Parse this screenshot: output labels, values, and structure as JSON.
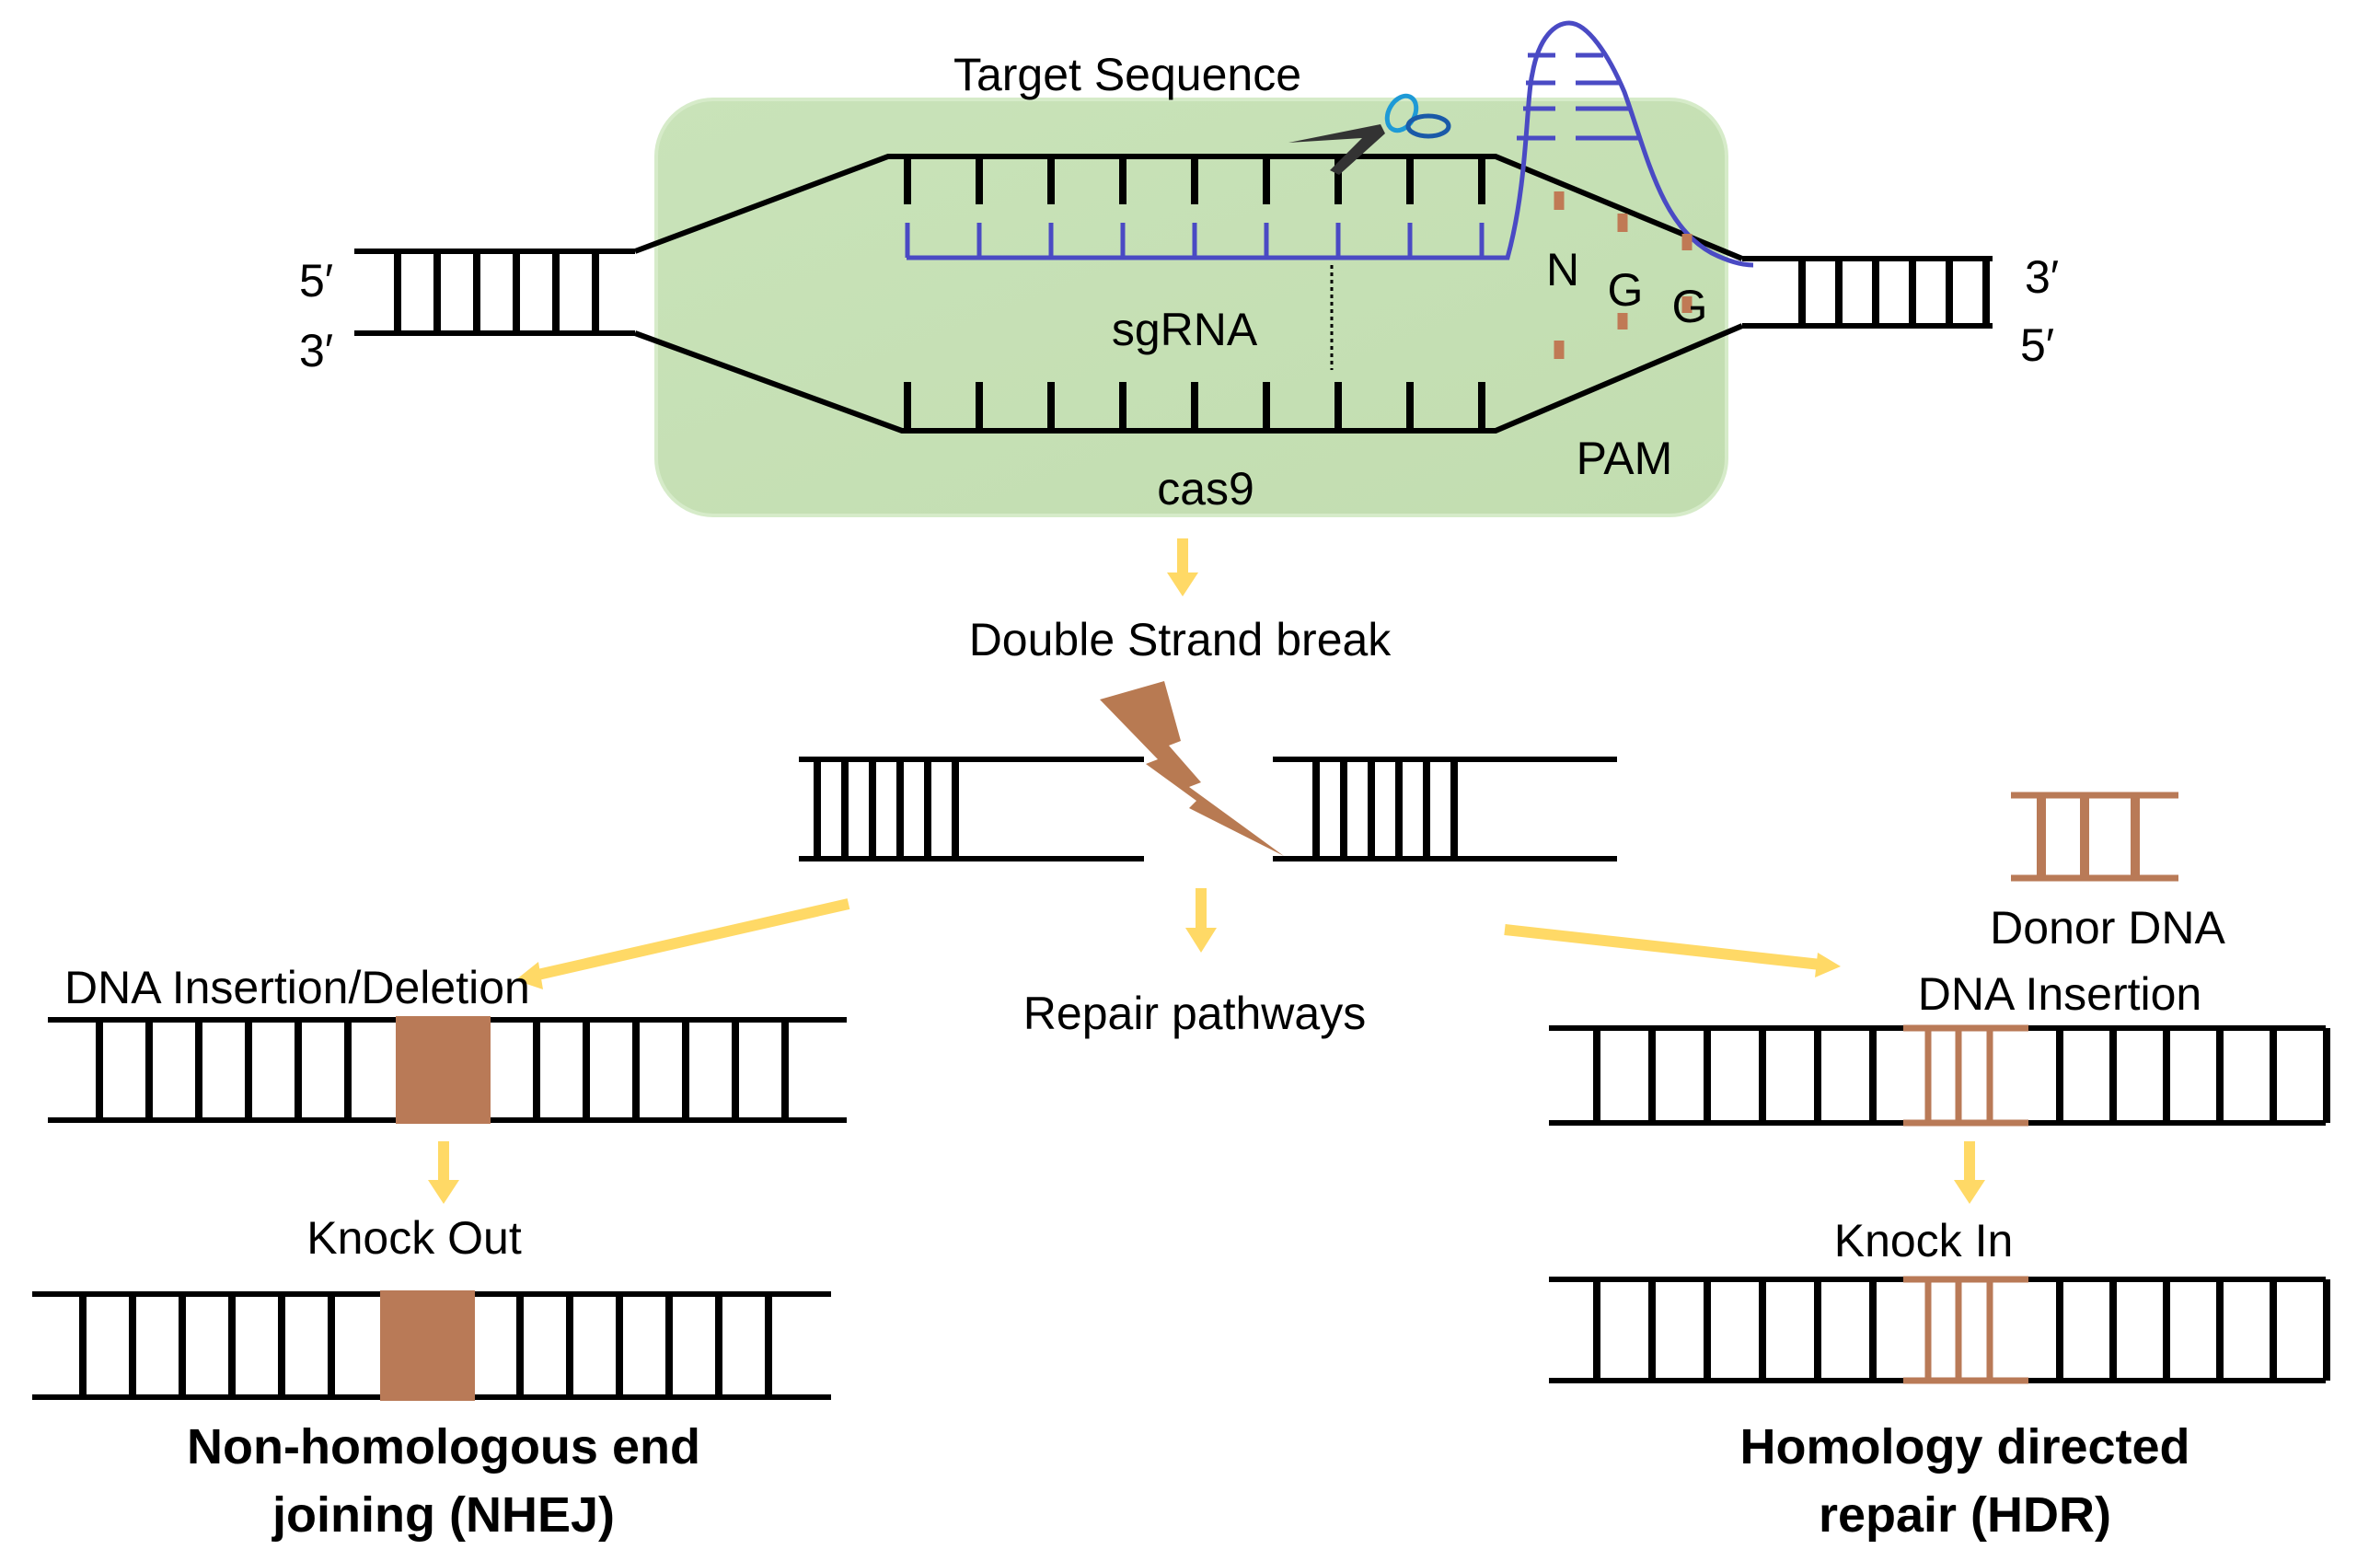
{
  "figure": {
    "title_target": "Target Sequence",
    "end_labels": {
      "left_top": "5′",
      "left_bottom": "3′",
      "right_top": "3′",
      "right_bottom": "5′"
    },
    "complex": {
      "sgrna_label": "sgRNA",
      "cas9_label": "cas9",
      "pam_label": "PAM",
      "pam_bases": [
        "N",
        "G",
        "G"
      ]
    },
    "break_label": "Double Strand break",
    "repair_label": "Repair pathways",
    "nhej": {
      "indel_label": "DNA Insertion/Deletion",
      "result_label": "Knock Out",
      "pathway_title_line1": "Non-homologous end",
      "pathway_title_line2": "joining (NHEJ)"
    },
    "hdr": {
      "donor_label": "Donor DNA",
      "insertion_label": "DNA Insertion",
      "result_label": "Knock In",
      "pathway_title_line1": "Homology directed",
      "pathway_title_line2": "repair (HDR)"
    },
    "icons": [
      "scissors-icon",
      "lightning-bolt-icon",
      "arrow-down-icon"
    ],
    "colors": {
      "cas9_fill": "#c5e0b4",
      "sgrna": "#4a4ac4",
      "insertion": "#b97a57",
      "arrow": "#ffd966",
      "dna": "#000000"
    }
  }
}
